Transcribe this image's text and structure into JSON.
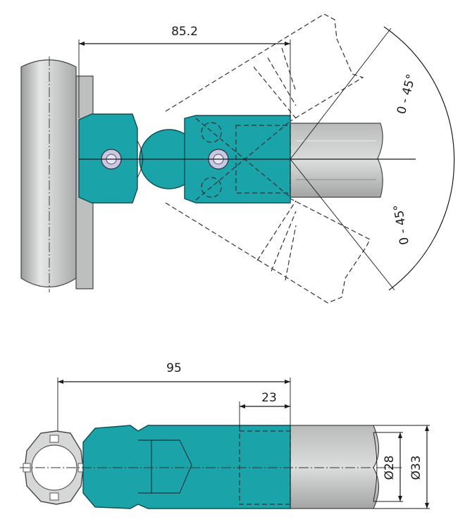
{
  "dimensions": {
    "top_width": "85.2",
    "angle_upper": "0 - 45°",
    "angle_lower": "0 - 45°",
    "bottom_width": "95",
    "insert_depth": "23",
    "inner_diameter": "Ø28",
    "outer_diameter": "Ø33"
  },
  "colors": {
    "part": "#1aa3a8",
    "part_dark": "#0f6f73",
    "tube": "#cfd0d0",
    "tube_dark": "#9a9b9b",
    "bolt": "#c9c7e6"
  }
}
